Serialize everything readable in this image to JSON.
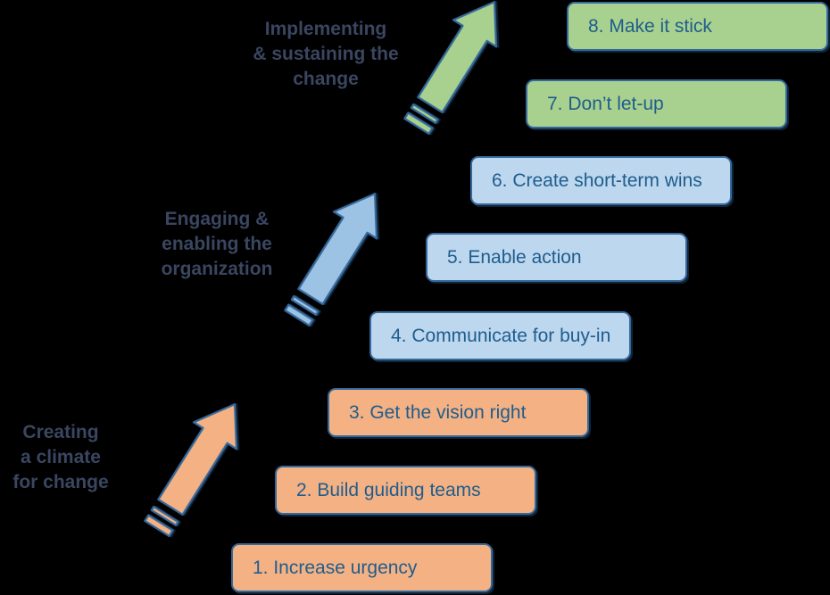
{
  "diagram_type": "staircase-change-model",
  "steps": [
    {
      "label": "1. Increase urgency",
      "color": "orange"
    },
    {
      "label": "2. Build guiding teams",
      "color": "orange"
    },
    {
      "label": "3. Get the vision right",
      "color": "orange"
    },
    {
      "label": "4. Communicate for buy-in",
      "color": "blue"
    },
    {
      "label": "5. Enable action",
      "color": "blue"
    },
    {
      "label": "6. Create short-term wins",
      "color": "blue"
    },
    {
      "label": "7. Don’t let-up",
      "color": "green"
    },
    {
      "label": "8. Make it stick",
      "color": "green"
    }
  ],
  "phases": [
    {
      "name": "creating-a-climate-for-change",
      "lines": [
        "Creating",
        "a climate",
        "for change"
      ],
      "arrow_color": "orange"
    },
    {
      "name": "engaging-enabling-the-organization",
      "lines": [
        "Engaging &",
        "enabling the",
        "organization"
      ],
      "arrow_color": "blue"
    },
    {
      "name": "implementing-sustaining-the-change",
      "lines": [
        "Implementing",
        "& sustaining the",
        "change"
      ],
      "arrow_color": "green"
    }
  ],
  "icons": {
    "phase_arrow": "striped-up-right-arrow"
  },
  "colors": {
    "background": "#000000",
    "orange_fill": "#f4b183",
    "blue_fill": "#bdd7ee",
    "green_fill": "#a8d08e",
    "arrow_blue_fill": "#9cc2e4",
    "border_blue": "#35689b",
    "box_text": "#1f5d8d",
    "phase_text": "#3a4660"
  }
}
